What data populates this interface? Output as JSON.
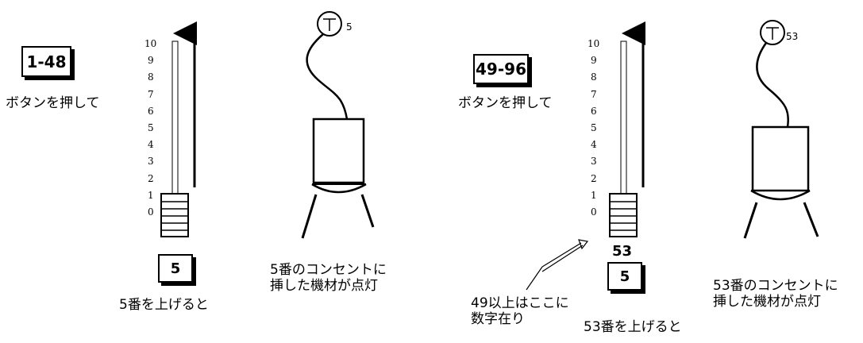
{
  "left": {
    "bank_button": "1-48",
    "press_caption": "ボタンを押して",
    "scale_labels": [
      "10",
      "9",
      "8",
      "7",
      "6",
      "5",
      "4",
      "3",
      "2",
      "1",
      "0"
    ],
    "fader_value": "5",
    "fader_caption": "5番を上げると",
    "outlet_number": "5",
    "result_line1": "5番のコンセントに",
    "result_line2": "挿した機材が点灯"
  },
  "right": {
    "bank_button": "49-96",
    "press_caption": "ボタンを押して",
    "scale_labels": [
      "10",
      "9",
      "8",
      "7",
      "6",
      "5",
      "4",
      "3",
      "2",
      "1",
      "0"
    ],
    "display_number": "53",
    "fader_value": "5",
    "fader_caption": "53番を上げると",
    "note_line1": "49以上はここに",
    "note_line2": "数字在り",
    "outlet_number": "53",
    "result_line1": "53番のコンセントに",
    "result_line2": "挿した機材が点灯"
  }
}
